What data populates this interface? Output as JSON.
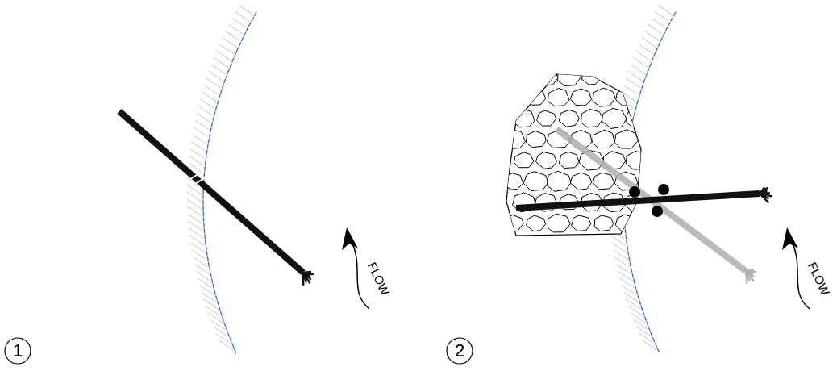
{
  "diagram": {
    "nodes": [
      {
        "text": [
          "1"
        ]
      },
      {
        "text": [
          "2"
        ]
      }
    ],
    "labels": [
      "FLOW",
      "FLOW"
    ]
  }
}
